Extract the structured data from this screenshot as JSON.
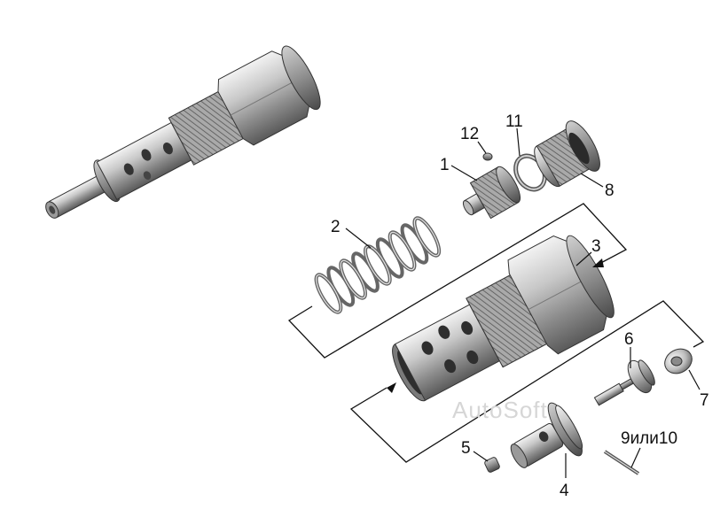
{
  "labels": {
    "l1": "1",
    "l2": "2",
    "l3": "3",
    "l4": "4",
    "l5": "5",
    "l6": "6",
    "l7": "7",
    "l8": "8",
    "l11": "11",
    "l12": "12",
    "l9_10": "9или10"
  },
  "watermark": "AutoSoft"
}
